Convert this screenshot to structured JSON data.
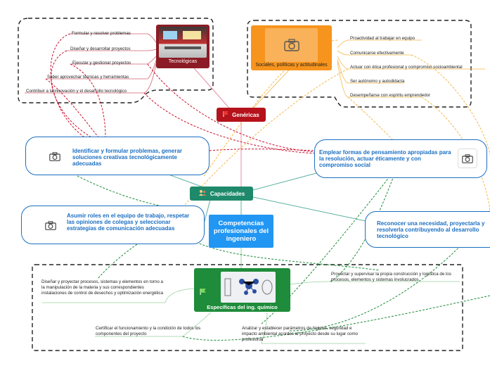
{
  "central": {
    "title": "Competencias profesionales del ingeniero",
    "color": "#2196f3"
  },
  "genericas": {
    "label": "Genéricas",
    "color": "#b5121b"
  },
  "capacidades": {
    "label": "Capacidades",
    "color": "#1f8a6b"
  },
  "especificas": {
    "label": "Específicas del ing. químico",
    "color": "#1e8c3a"
  },
  "tecnologicas": {
    "label": "Tecnológicas",
    "items": [
      "Formular y resolver problemas",
      "Diseñar y desarrollar proyectos",
      "Ejecutar y gestionar proyectos",
      "Saber aprovechar técnicas y herramientas",
      "Contribuir a la innovación y el desarrollo tecnológico"
    ]
  },
  "sociales": {
    "label": "Sociales, políticas y actitudinales",
    "items": [
      "Proactividad al trabajar en equipo",
      "Comunicarse efectivamente",
      "Actuar con ética profesional y compromiso socioambiental",
      "Ser autónomo y autodidacta",
      "Desempeñarse con espíritu emprendedor"
    ]
  },
  "capacidades_items": {
    "identificar": "Identificar y formular problemas, generar soluciones creativas tecnológicamente adecuadas",
    "asumir": "Asumir roles en el equipo de trabajo, respetar las opiniones de colegas y seleccionar estrategias de comunicación adecuadas",
    "emplear": "Emplear formas de pensamiento apropiadas para la resolución, actuar éticamente y con compromiso social",
    "reconocer": "Reconocer una necesidad, proyectarla y resolverla contribuyendo al desarrollo tecnológico"
  },
  "especificas_items": {
    "disenar": "Diseñar y proyectar procesos, sistemas y elementos en torno a la manipulación de la materia y sus correspondientes instalaciones de control de desechos y optimización energética",
    "proyectar": "Proyectar y supervisar la propia construcción y logística de los procesos, elementos y sistemas involucrados",
    "certificar": "Certificar el funcionamiento y la condición de todos los componentes del proyecto",
    "analizar": "Analizar y establecer parámetros de higiene, seguridad e impacto ambiental acordes al proyecto desde su lugar como profesional"
  },
  "icons": {
    "camera": "camera-icon",
    "flag": "flag-icon",
    "people": "people-icon"
  }
}
